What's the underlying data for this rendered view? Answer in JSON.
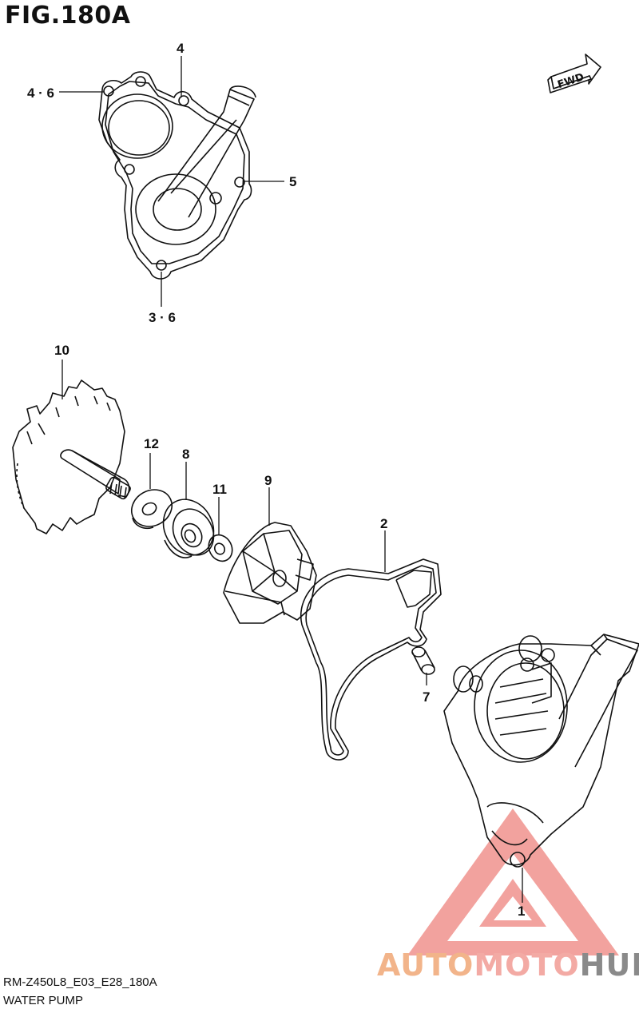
{
  "figure": {
    "title": "FIG.180A"
  },
  "fwd_label": "FWD",
  "callouts": {
    "c1": "1",
    "c2": "2",
    "c3_6": "3 · 6",
    "c4": "4",
    "c4_6": "4 · 6",
    "c5": "5",
    "c7": "7",
    "c8": "8",
    "c9": "9",
    "c10": "10",
    "c11": "11",
    "c12": "12"
  },
  "footer": {
    "model_code": "RM-Z450L8_E03_E28_180A",
    "caption": "WATER PUMP"
  },
  "watermark": {
    "part1": "AUTO",
    "part2": "MOTO",
    "part3": "HUB"
  },
  "colors": {
    "line": "#111111",
    "watermark_red": "#e8574f",
    "watermark_orange": "#f2b48a",
    "watermark_gray": "#8a8a8a"
  }
}
